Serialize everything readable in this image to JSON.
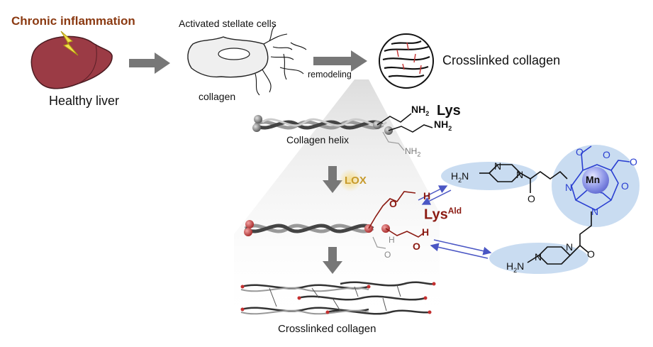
{
  "labels": {
    "title": "Chronic inflammation",
    "healthy_liver": "Healthy liver",
    "activated_stellate": "Activated stellate cells",
    "collagen": "collagen",
    "remodeling": "remodeling",
    "crosslinked_top": "Crosslinked collagen",
    "collagen_helix": "Collagen helix",
    "lys": "Lys",
    "lys_ald": "Lys",
    "lys_ald_sup": "Ald",
    "lox": "LOX",
    "crosslinked_bottom": "Crosslinked collagen"
  },
  "chem": {
    "nh2": "NH",
    "sub2": "2",
    "h": "H",
    "o": "O",
    "h2n": "H",
    "n": "N",
    "mn": "Mn"
  },
  "colors": {
    "title": "#8b3a12",
    "aldehyde": "#8b1a12",
    "liver": "#9b3b45",
    "lightning": "#f4e04d",
    "lox": "#c79a2b",
    "chelate_blue": "#2a3fd1",
    "halo": "#bcd3ee",
    "arrow": "#777777"
  }
}
